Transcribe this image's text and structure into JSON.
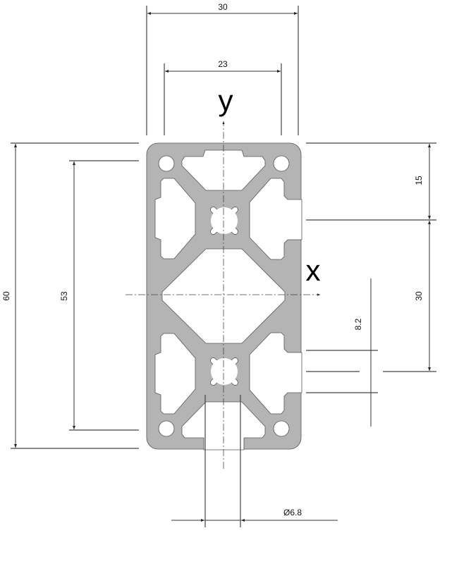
{
  "drawing": {
    "axis_labels": {
      "y": "y",
      "x": "x"
    },
    "dimensions": {
      "overall_width": "30",
      "inner_width": "23",
      "overall_height": "60",
      "inner_height": "53",
      "slot_offset_top": "15",
      "slot_pitch": "30",
      "slot_opening": "8.2",
      "bore_diameter": "Ø6.8"
    },
    "colors": {
      "profile_fill": "#b4b4b4",
      "profile_edge": "#555555",
      "line": "#333333"
    }
  }
}
